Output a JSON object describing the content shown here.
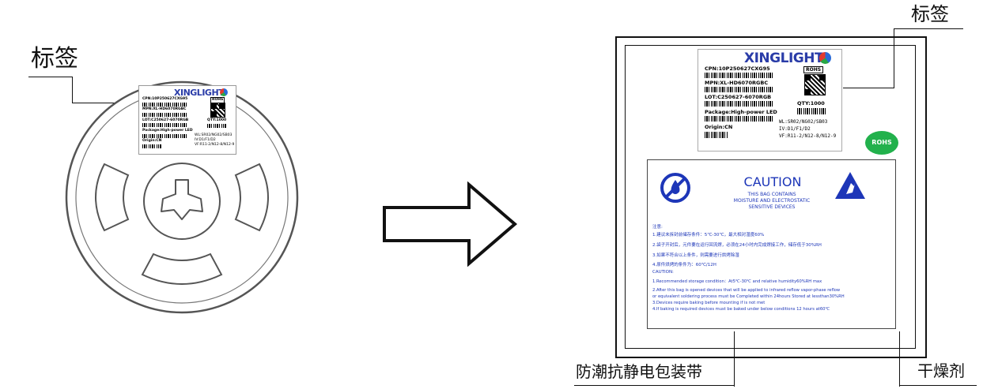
{
  "labels": {
    "left_label": "标签",
    "right_label": "标签",
    "bag_label": "防潮抗静电包装带",
    "desiccant_label": "干燥剂"
  },
  "product_label": {
    "brand": "XINGLIGHT",
    "cpn": "CPN:10P250627CXG95",
    "mpn": "MPN:XL-HD6070RGBC",
    "lot": "LOT:C250627-6070RGB",
    "qty": "QTY:1000",
    "rohs_small": "ROHS",
    "package": "Package:High-power LED",
    "origin": "Origin:CN",
    "wl": "WL:SR02/NG02/SB03",
    "iv": "IV:D1/F1/D2",
    "vf": "VF:R11-2/N12-8/N12-9"
  },
  "rohs_badge": "ROHS",
  "caution": {
    "title": "CAUTION",
    "sub1": "THIS BAG CONTAINS",
    "sub2": "MOISTURE AND ELECTROSTATIC",
    "sub3": "SENSITIVE DEVICES",
    "cn_heading": "注意:",
    "cn1": "1.建议未拆封前储存条件：5℃-30℃，最大相对湿度60%",
    "cn2": "2.袋子开封后，元件要在运行回流焊，必须在24小时内完成焊接工作，储存低于30%RH",
    "cn3": "3.如果不符合以上条件，则需要进行烘烤除湿",
    "cn4": "4.原件烘烤的条件为：60℃/12H",
    "en_heading": "CAUTION:",
    "en1": "1.Recommended storage condition：At5℃-30℃ and relative humidity60%RH max",
    "en2": "2.After this bag is opened devices that will be applied to infrared reflow vapor-phase reflow",
    "en3": "or equivalent soldering process must be Completed within 24hours Stored at lessthan30%RH",
    "en4": "3.Devices require baking before mounting if is not met",
    "en5": "4.If baking is required devices must be baked under below conditions 12 hours at60℃"
  },
  "colors": {
    "caution_blue": "#1d36b8",
    "rohs_green": "#22b14c"
  }
}
